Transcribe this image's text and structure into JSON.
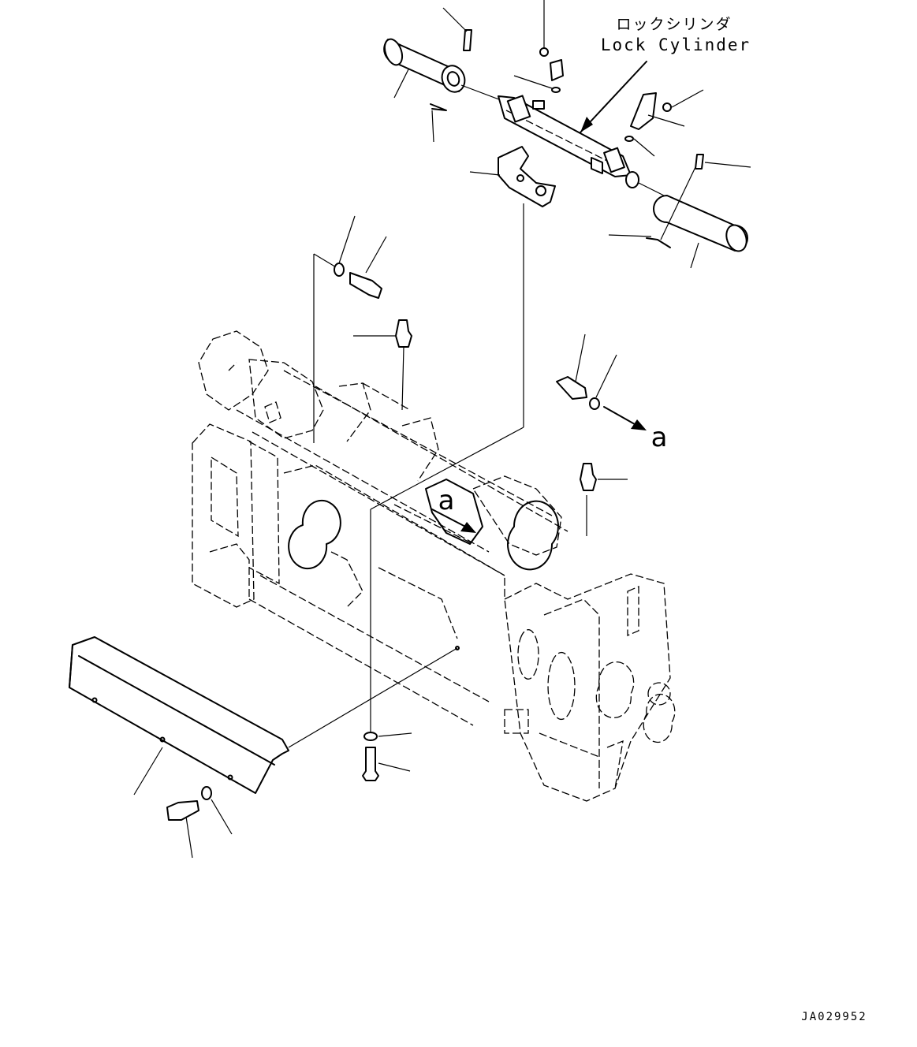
{
  "labels": {
    "lock_cylinder_jp": "ロックシリンダ",
    "lock_cylinder_en": "Lock Cylinder",
    "view_marker_upper": "a",
    "view_marker_lower": "a",
    "drawing_code": "JA029952"
  },
  "colors": {
    "line": "#000000",
    "background": "#ffffff"
  }
}
